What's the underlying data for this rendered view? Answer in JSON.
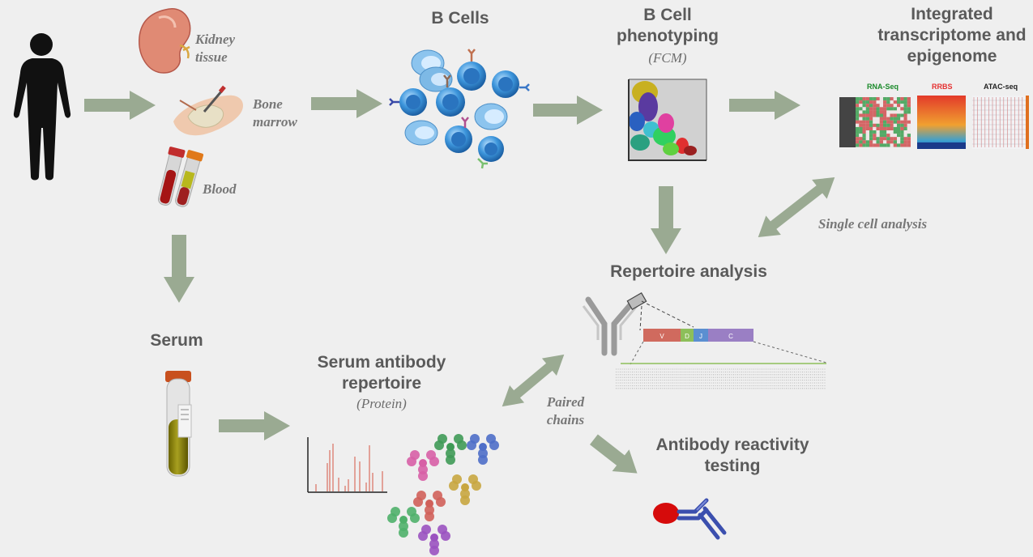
{
  "labels": {
    "kidney": "Kidney tissue",
    "bone_marrow": "Bone marrow",
    "blood": "Blood",
    "b_cells": "B Cells",
    "phenotyping": "B Cell phenotyping",
    "fcm": "(FCM)",
    "integrated": "Integrated transcriptome and epigenome",
    "rnaseq": "RNA-Seq",
    "rrbs": "RRBS",
    "atacseq": "ATAC-seq",
    "single_cell": "Single cell analysis",
    "repertoire": "Repertoire analysis",
    "serum": "Serum",
    "serum_ab": "Serum antibody repertoire",
    "protein": "(Protein)",
    "paired": "Paired chains",
    "reactivity": "Antibody reactivity testing",
    "seg_v": "V",
    "seg_d": "D",
    "seg_j": "J",
    "seg_c": "C"
  },
  "colors": {
    "arrow": "#9aaa92",
    "title_text": "#5a5a5a",
    "cell_blue": "#2f86cf",
    "seg_v": "#d06a5e",
    "seg_d": "#8dbf5a",
    "seg_j": "#5b8fd1",
    "seg_c": "#9a7fc4",
    "rnaseq_label": "#1a8a2a",
    "rrbs_label": "#e53030",
    "atac_label": "#222222"
  }
}
